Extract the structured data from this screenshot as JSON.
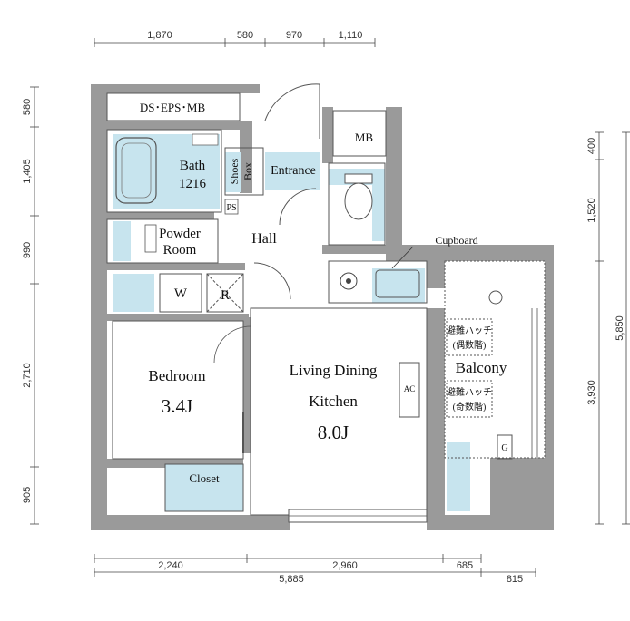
{
  "dimensions": {
    "top": [
      "1,870",
      "580",
      "970",
      "1,110"
    ],
    "bottom_row1": [
      "2,240",
      "2,960",
      "685"
    ],
    "bottom_row2": [
      "5,885",
      "815"
    ],
    "left": [
      "580",
      "1,405",
      "990",
      "2,710",
      "905"
    ],
    "right_inner": [
      "400",
      "1,520",
      "3,930"
    ],
    "right_outer": "5,850"
  },
  "rooms": {
    "ds_eps_mb": "DS･EPS･MB",
    "mb": "MB",
    "bath_line1": "Bath",
    "bath_line2": "1216",
    "shoes_box_line1": "Shoes",
    "shoes_box_line2": "Box",
    "entrance": "Entrance",
    "ps": "PS",
    "powder_line1": "Powder",
    "powder_line2": "Room",
    "hall": "Hall",
    "cupboard": "Cupboard",
    "w": "W",
    "r": "R",
    "bedroom": "Bedroom",
    "bedroom_size": "3.4J",
    "ldk_line1": "Living Dining",
    "ldk_line2": "Kitchen",
    "ldk_size": "8.0J",
    "ac": "AC",
    "balcony": "Balcony",
    "hatch1_line1": "避難ハッチ",
    "hatch1_line2": "(偶数階)",
    "hatch2_line1": "避難ハッチ",
    "hatch2_line2": "(奇数階)",
    "g": "G",
    "closet": "Closet"
  }
}
